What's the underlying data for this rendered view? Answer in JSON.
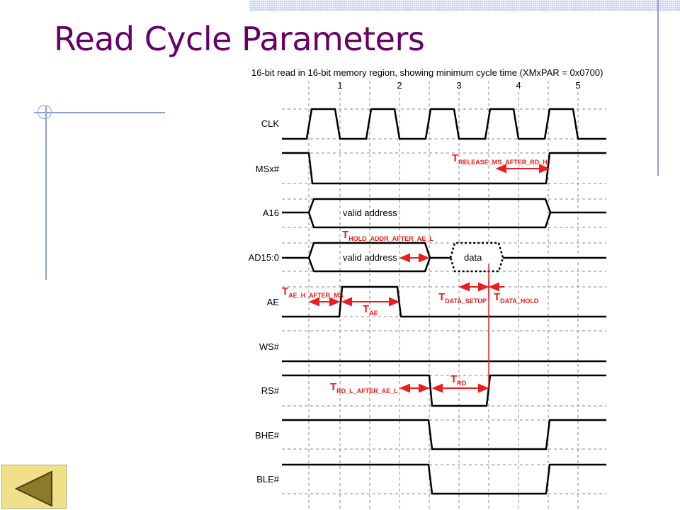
{
  "slide": {
    "title": "Read Cycle Parameters"
  },
  "diagram": {
    "caption": "16-bit read in 16-bit memory region, showing minimum cycle time (XMxPAR = 0x0700)",
    "clock_numbers": [
      "1",
      "2",
      "3",
      "4",
      "5"
    ],
    "signals": [
      "CLK",
      "MSx#",
      "A16",
      "AD15:0",
      "AE",
      "WS#",
      "RS#",
      "BHE#",
      "BLE#"
    ],
    "bus_text": {
      "a16": "valid address",
      "ad_address": "valid address",
      "ad_data": "data"
    },
    "timing_params": [
      {
        "main": "T",
        "sub": "RELEASE_MS_AFTER_RD_H"
      },
      {
        "main": "T",
        "sub": "HOLD_ADDR_AFTER_AE_L"
      },
      {
        "main": "T",
        "sub": "AE_H_AFTER_MS"
      },
      {
        "main": "T",
        "sub": "AE"
      },
      {
        "main": "T",
        "sub": "DATA_SETUP"
      },
      {
        "main": "T",
        "sub": "DATA_HOLD"
      },
      {
        "main": "T",
        "sub": "RD"
      },
      {
        "main": "T",
        "sub": "RD_L_AFTER_AE_L"
      }
    ],
    "colors": {
      "signal": "#000000",
      "annotation": "#ee1c1c",
      "grid": "#8a8a8a"
    }
  },
  "navigation": {
    "back_icon": "back-arrow-icon"
  },
  "theme": {
    "title_color": "#660066",
    "accent_line": "#8c9fd8"
  }
}
